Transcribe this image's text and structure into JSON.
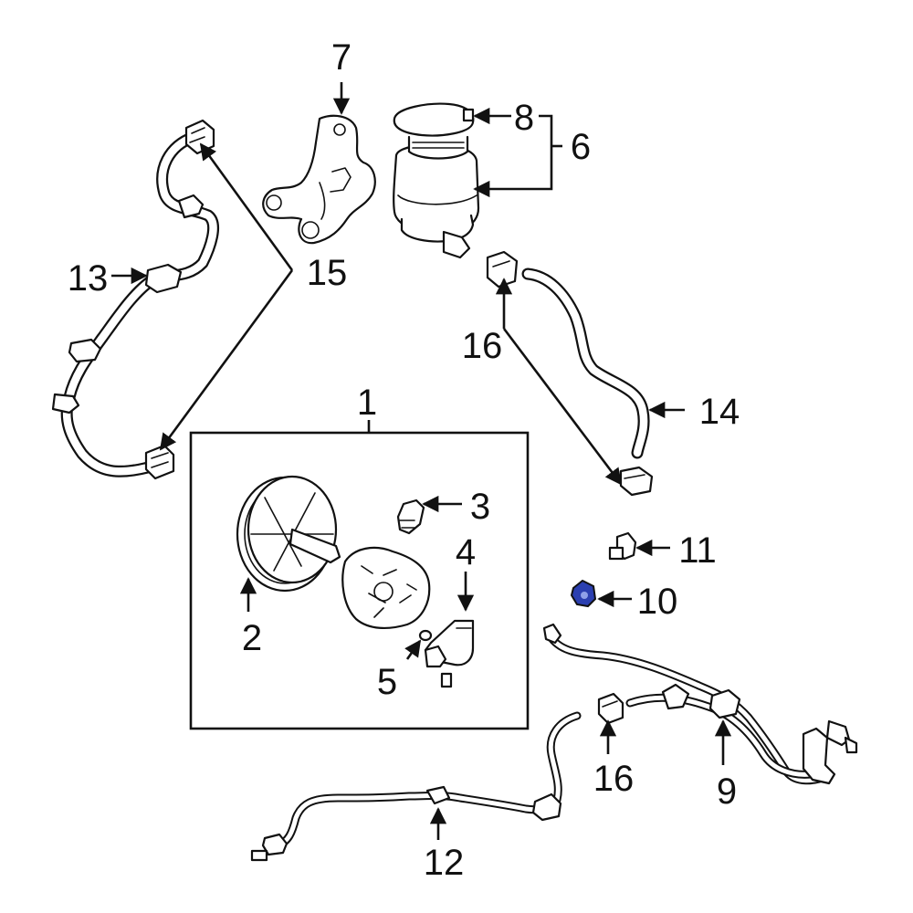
{
  "callouts": [
    {
      "id": "1",
      "label": "1"
    },
    {
      "id": "2",
      "label": "2"
    },
    {
      "id": "3",
      "label": "3"
    },
    {
      "id": "4",
      "label": "4"
    },
    {
      "id": "5",
      "label": "5"
    },
    {
      "id": "6",
      "label": "6"
    },
    {
      "id": "7",
      "label": "7"
    },
    {
      "id": "8",
      "label": "8"
    },
    {
      "id": "9",
      "label": "9"
    },
    {
      "id": "10",
      "label": "10"
    },
    {
      "id": "11",
      "label": "11"
    },
    {
      "id": "12",
      "label": "12"
    },
    {
      "id": "13",
      "label": "13"
    },
    {
      "id": "14",
      "label": "14"
    },
    {
      "id": "15",
      "label": "15"
    },
    {
      "id": "16a",
      "label": "16"
    },
    {
      "id": "16b",
      "label": "16"
    }
  ],
  "colors": {
    "ink": "#111111",
    "background": "#ffffff",
    "highlight_part": "#2b3fb0"
  },
  "highlighted_callout": "10"
}
